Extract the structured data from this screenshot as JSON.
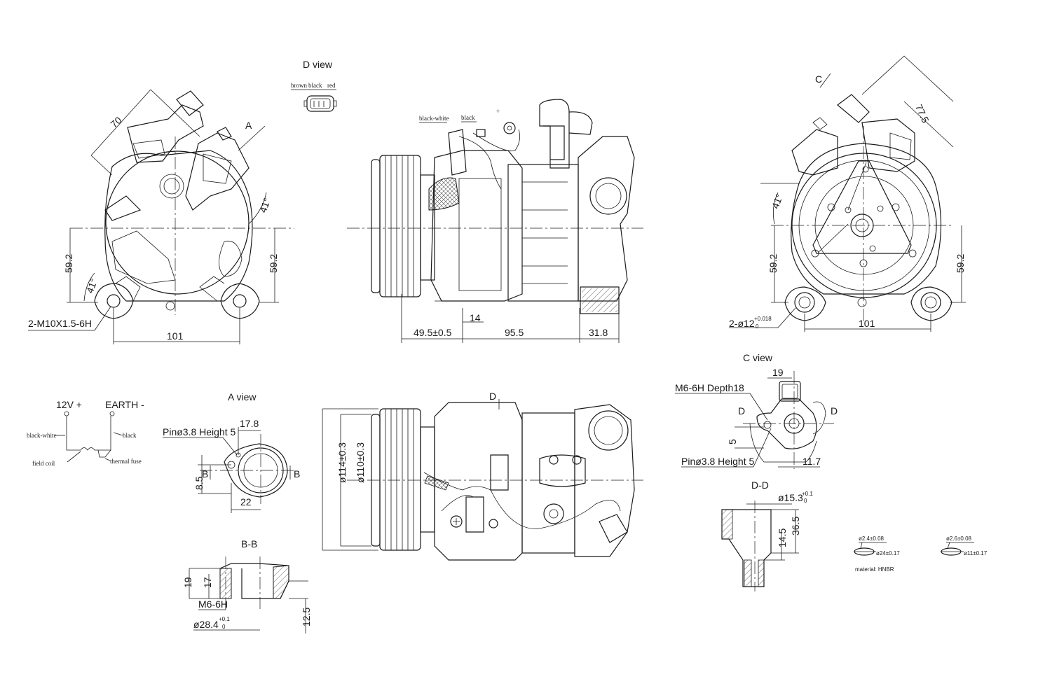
{
  "views": {
    "d_view": "D view",
    "a_view": "A view",
    "c_view": "C view",
    "b_b": "B-B",
    "d_d": "D-D",
    "a_marker": "A",
    "c_marker": "C",
    "d_marker": "D",
    "b_marker": "B"
  },
  "wires": {
    "brown": "brown",
    "black": "black",
    "red": "red",
    "black_white": "black-white",
    "plus": "+"
  },
  "left_view": {
    "dim_70": "70",
    "dim_41_top": "41°",
    "dim_41_bottom": "41°",
    "dim_59_2_left": "59.2",
    "dim_59_2_right": "59.2",
    "dim_101": "101",
    "thread": "2-M10X1.5-6H"
  },
  "side_view": {
    "dim_14": "14",
    "dim_49_5": "49.5±0.5",
    "dim_95_5": "95.5",
    "dim_31_8": "31.8"
  },
  "right_view": {
    "dim_77_5": "77.5",
    "dim_41": "41°",
    "dim_59_2_left": "59.2",
    "dim_59_2_right": "59.2",
    "dim_101": "101",
    "hole": "2-ø12",
    "hole_tol_upper": "+0.018",
    "hole_tol_lower": "0"
  },
  "circuit": {
    "v12": "12V +",
    "earth": "EARTH -",
    "black_white": "black-white",
    "black": "black",
    "field_coil": "field coil",
    "thermal_fuse": "thermal fuse"
  },
  "a_view_detail": {
    "pin": "Pinø3.8 Height 5",
    "dim_17_8": "17.8",
    "dim_8_5": "8.5",
    "dim_22": "22"
  },
  "b_b_detail": {
    "dim_19": "19",
    "dim_17": "17",
    "thread": "M6-6H",
    "dia": "ø28.4",
    "tol_upper": "+0.1",
    "tol_lower": "0",
    "dim_12_5": "12.5"
  },
  "bottom_view": {
    "dia_114": "ø114±0.3",
    "dia_110": "ø110±0.3"
  },
  "c_view_detail": {
    "dim_19": "19",
    "thread": "M6-6H Depth18",
    "dim_5": "5",
    "pin": "Pinø3.8  Height 5",
    "dim_11_7": "11.7"
  },
  "d_d_detail": {
    "dia": "ø15.3",
    "tol_upper": "+0.1",
    "tol_lower": "0",
    "dim_36_5": "36.5",
    "dim_14_5": "14.5"
  },
  "o_rings": {
    "ring1_section": "ø2.4±0.08",
    "ring1_id": "ø24±0.17",
    "ring2_section": "ø2.6±0.08",
    "ring2_id": "ø11±0.17",
    "material": "material: HNBR"
  }
}
